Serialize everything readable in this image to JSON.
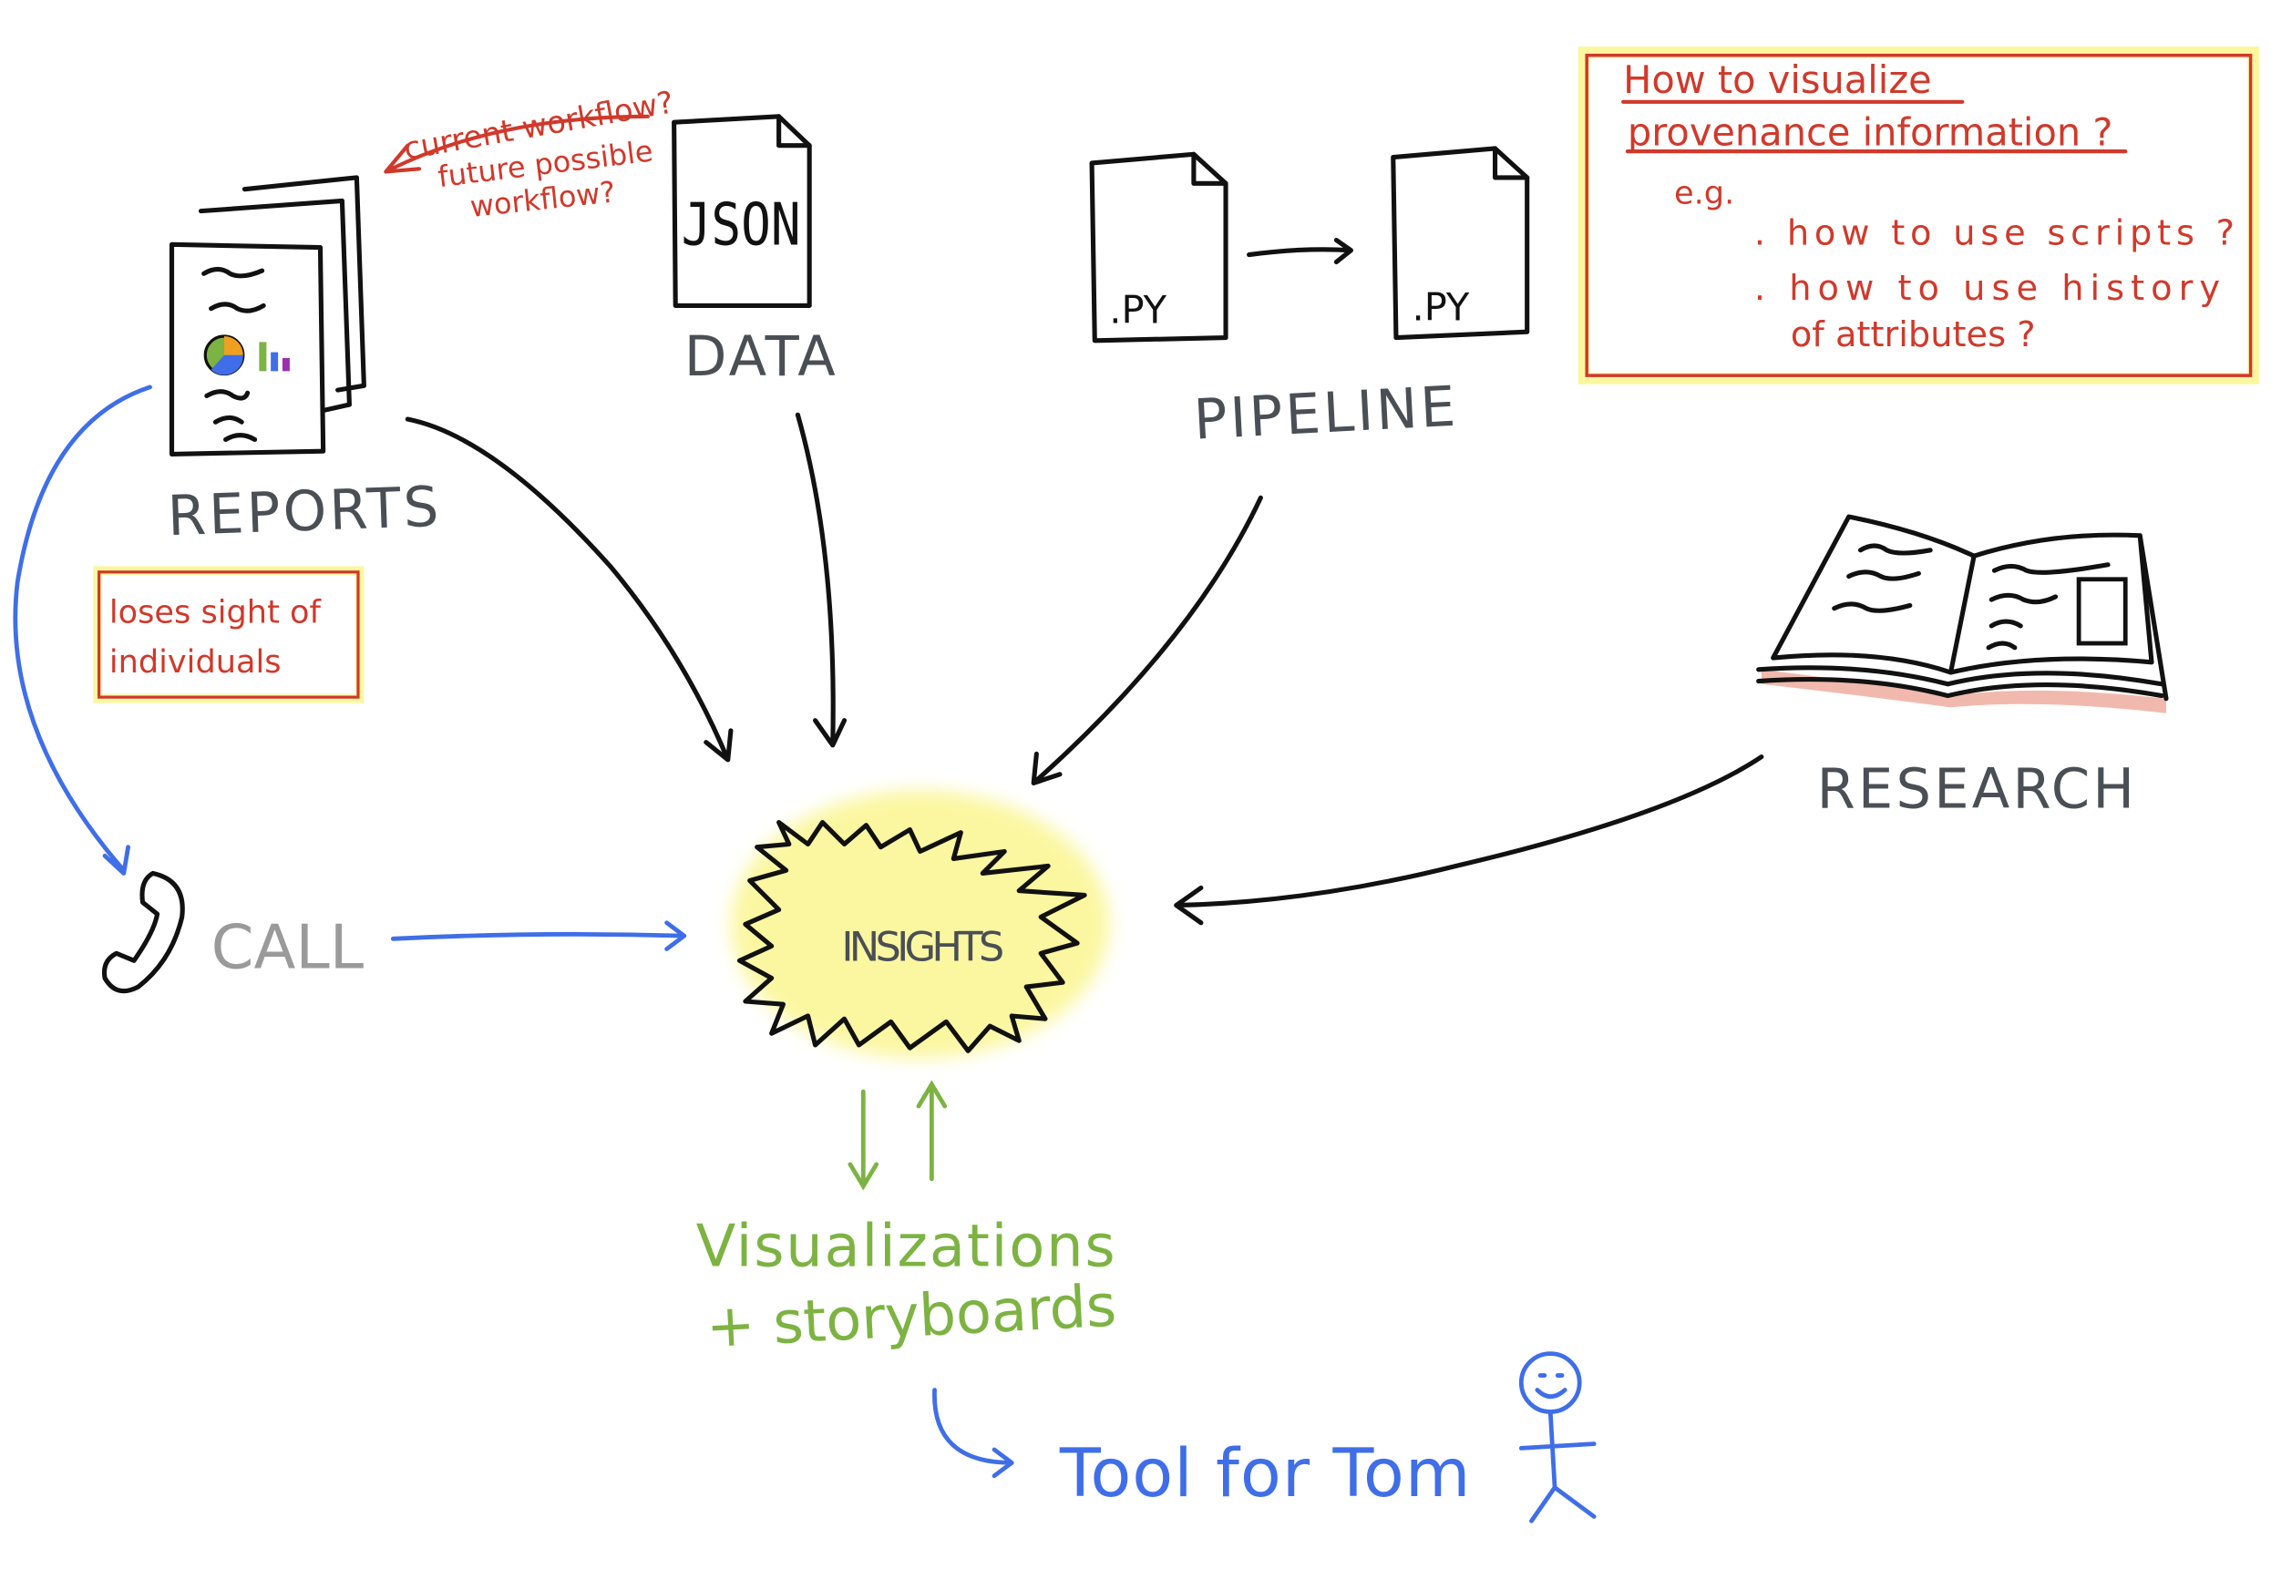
{
  "labels": {
    "reports": "REPORTS",
    "data": "DATA",
    "json": "JSON",
    "pipeline": "PIPELINE",
    "py1": ".PY",
    "py2": ".PY",
    "research": "RESEARCH",
    "call": "CALL",
    "insights": "INSIGHTS",
    "visualizations_line1": "Visualizations",
    "visualizations_line2": "+ storyboards",
    "tool_for_tom": "Tool for Tom"
  },
  "notes": {
    "workflow_line1": "current workflow?",
    "workflow_line2": "future possible",
    "workflow_line3": "workflow?",
    "loses_line1": "loses sight of",
    "loses_line2": "individuals",
    "question_title1": "How to visualize",
    "question_title2": "provenance information ?",
    "question_eg": "e.g.",
    "question_item1": ". how to use scripts ?",
    "question_item2": ". how to use history",
    "question_item3": "of attributes ?"
  },
  "colors": {
    "ink": "#111111",
    "red": "#d0392b",
    "blue": "#3f6ee8",
    "green": "#7cb342",
    "highlight": "#fbf7a0",
    "label_gray": "#4a4f55"
  }
}
